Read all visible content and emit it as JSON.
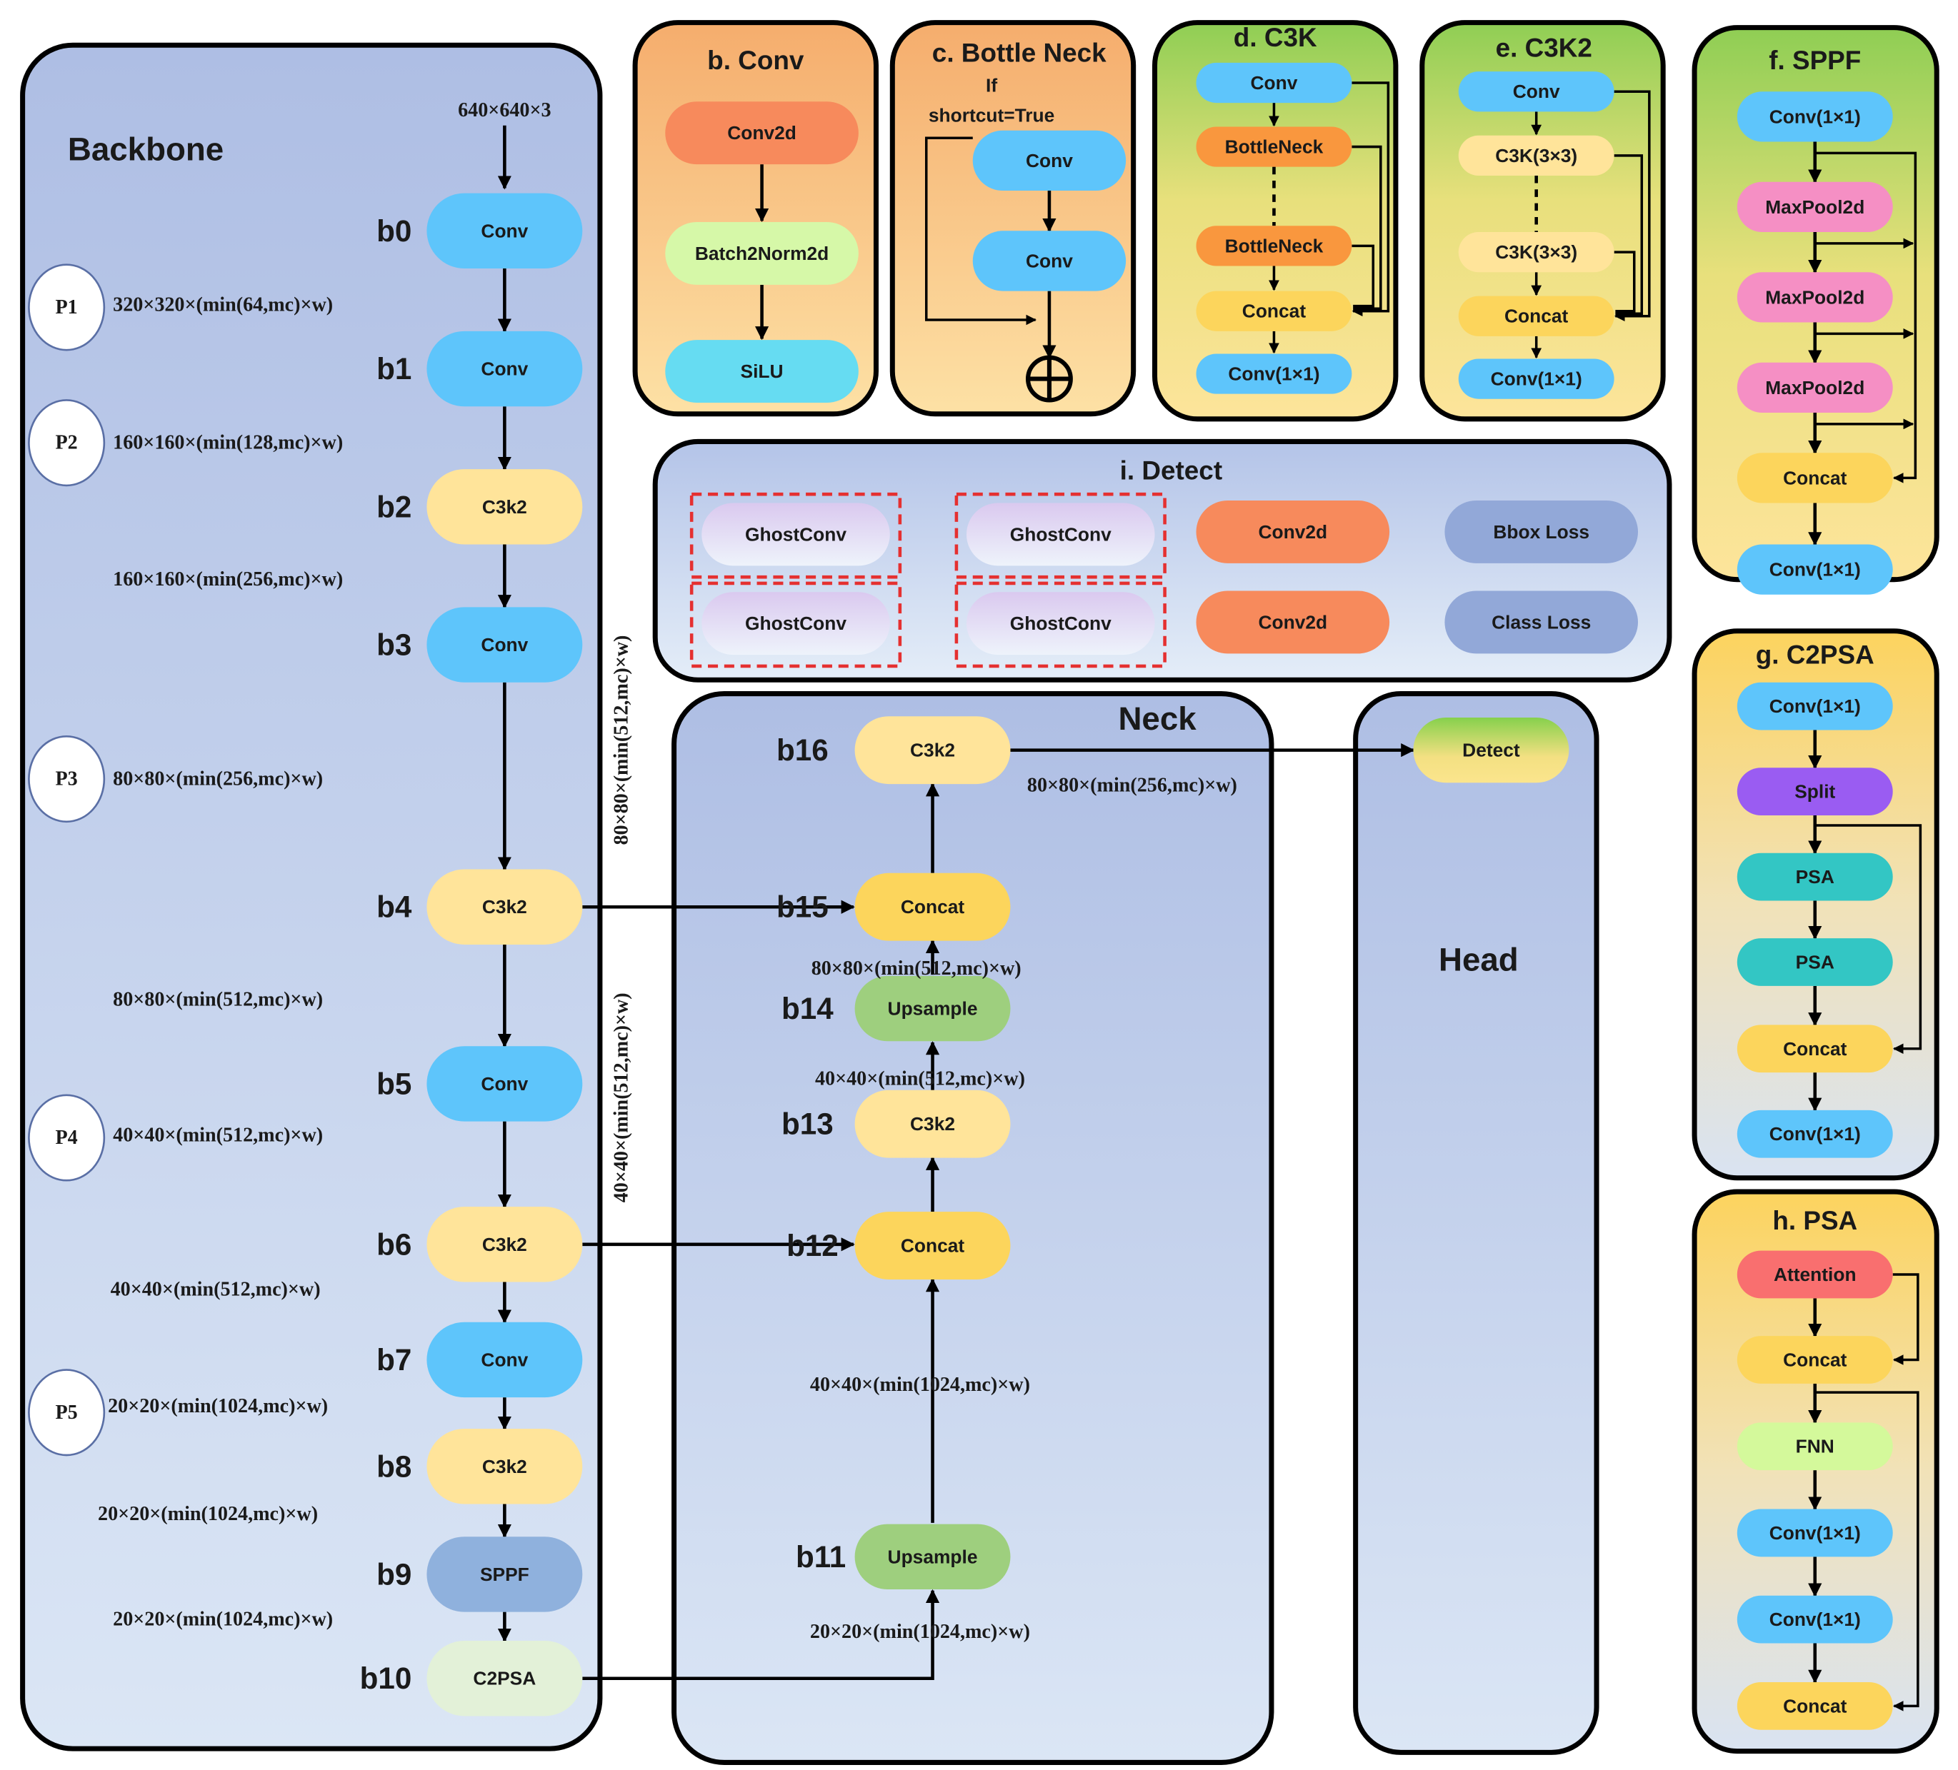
{
  "panels": {
    "backbone": {
      "title": "Backbone",
      "input": "640×640×3",
      "nodes": [
        {
          "id": "b0",
          "label": "Conv"
        },
        {
          "id": "b1",
          "label": "Conv"
        },
        {
          "id": "b2",
          "label": "C3k2"
        },
        {
          "id": "b3",
          "label": "Conv"
        },
        {
          "id": "b4",
          "label": "C3k2"
        },
        {
          "id": "b5",
          "label": "Conv"
        },
        {
          "id": "b6",
          "label": "C3k2"
        },
        {
          "id": "b7",
          "label": "Conv"
        },
        {
          "id": "b8",
          "label": "C3k2"
        },
        {
          "id": "b9",
          "label": "SPPF"
        },
        {
          "id": "b10",
          "label": "C2PSA"
        }
      ],
      "scales": [
        "P1",
        "P2",
        "P3",
        "P4",
        "P5"
      ],
      "dims": [
        "320×320×(min(64,mc)×w)",
        "160×160×(min(128,mc)×w)",
        "160×160×(min(256,mc)×w)",
        "80×80×(min(256,mc)×w)",
        "80×80×(min(512,mc)×w)",
        "40×40×(min(512,mc)×w)",
        "40×40×(min(512,mc)×w)",
        "20×20×(min(1024,mc)×w)",
        "20×20×(min(1024,mc)×w)",
        "20×20×(min(1024,mc)×w)"
      ],
      "side_dims": [
        "80×80×(min(512,mc)×w)",
        "40×40×(min(512,mc)×w)"
      ]
    },
    "neck": {
      "title": "Neck",
      "nodes": [
        {
          "id": "b11",
          "label": "Upsample"
        },
        {
          "id": "b12",
          "label": "Concat"
        },
        {
          "id": "b13",
          "label": "C3k2"
        },
        {
          "id": "b14",
          "label": "Upsample"
        },
        {
          "id": "b15",
          "label": "Concat"
        },
        {
          "id": "b16",
          "label": "C3k2"
        }
      ],
      "dims": [
        "20×20×(min(1024,mc)×w)",
        "40×40×(min(1024,mc)×w)",
        "40×40×(min(512,mc)×w)",
        "80×80×(min(512,mc)×w)",
        "80×80×(min(256,mc)×w)"
      ]
    },
    "head": {
      "title": "Head",
      "node": "Detect"
    },
    "conv": {
      "title": "b. Conv",
      "nodes": [
        "Conv2d",
        "Batch2Norm2d",
        "SiLU"
      ]
    },
    "bottleneck": {
      "title": "c. Bottle Neck",
      "condition": "If",
      "condition2": "shortcut=True",
      "nodes": [
        "Conv",
        "Conv"
      ],
      "add": "⊕"
    },
    "c3k": {
      "title": "d. C3K",
      "nodes": [
        "Conv",
        "BottleNeck",
        "BottleNeck",
        "Concat",
        "Conv(1×1)"
      ]
    },
    "c3k2": {
      "title": "e. C3K2",
      "nodes": [
        "Conv",
        "C3K(3×3)",
        "C3K(3×3)",
        "Concat",
        "Conv(1×1)"
      ]
    },
    "sppf": {
      "title": "f. SPPF",
      "nodes": [
        "Conv(1×1)",
        "MaxPool2d",
        "MaxPool2d",
        "MaxPool2d",
        "Concat",
        "Conv(1×1)"
      ]
    },
    "c2psa": {
      "title": "g. C2PSA",
      "nodes": [
        "Conv(1×1)",
        "Split",
        "PSA",
        "PSA",
        "Concat",
        "Conv(1×1)"
      ]
    },
    "psa": {
      "title": "h. PSA",
      "nodes": [
        "Attention",
        "Concat",
        "FNN",
        "Conv(1×1)",
        "Conv(1×1)",
        "Concat"
      ]
    },
    "detect": {
      "title": "i. Detect",
      "ghost": [
        "GhostConv",
        "GhostConv",
        "GhostConv",
        "GhostConv"
      ],
      "conv": [
        "Conv2d",
        "Conv2d"
      ],
      "loss": [
        "Bbox Loss",
        "Class Loss"
      ]
    }
  },
  "colors": {
    "conv_blue": "#5ec5fb",
    "c3k2_yellow": "#ffe49a",
    "concat_gold": "#fcd55c",
    "upsample_green": "#9ecf7e",
    "sppf_blue": "#8fb1dd",
    "c2psa_mint": "#e3f1d8",
    "conv2d_orange": "#f78a5c",
    "bottleneck_orange": "#f9973e",
    "maxpool_pink": "#f58fc4",
    "split_purple": "#9a5cf2",
    "psa_teal": "#33c6c4",
    "attention_red": "#f96f6f",
    "fnn_green": "#d4f99b",
    "silu_cyan": "#66dcf2",
    "batchnorm_green": "#d6f8a8",
    "loss_blue": "#92a8d8",
    "ghost_border_red": "#e53030"
  }
}
